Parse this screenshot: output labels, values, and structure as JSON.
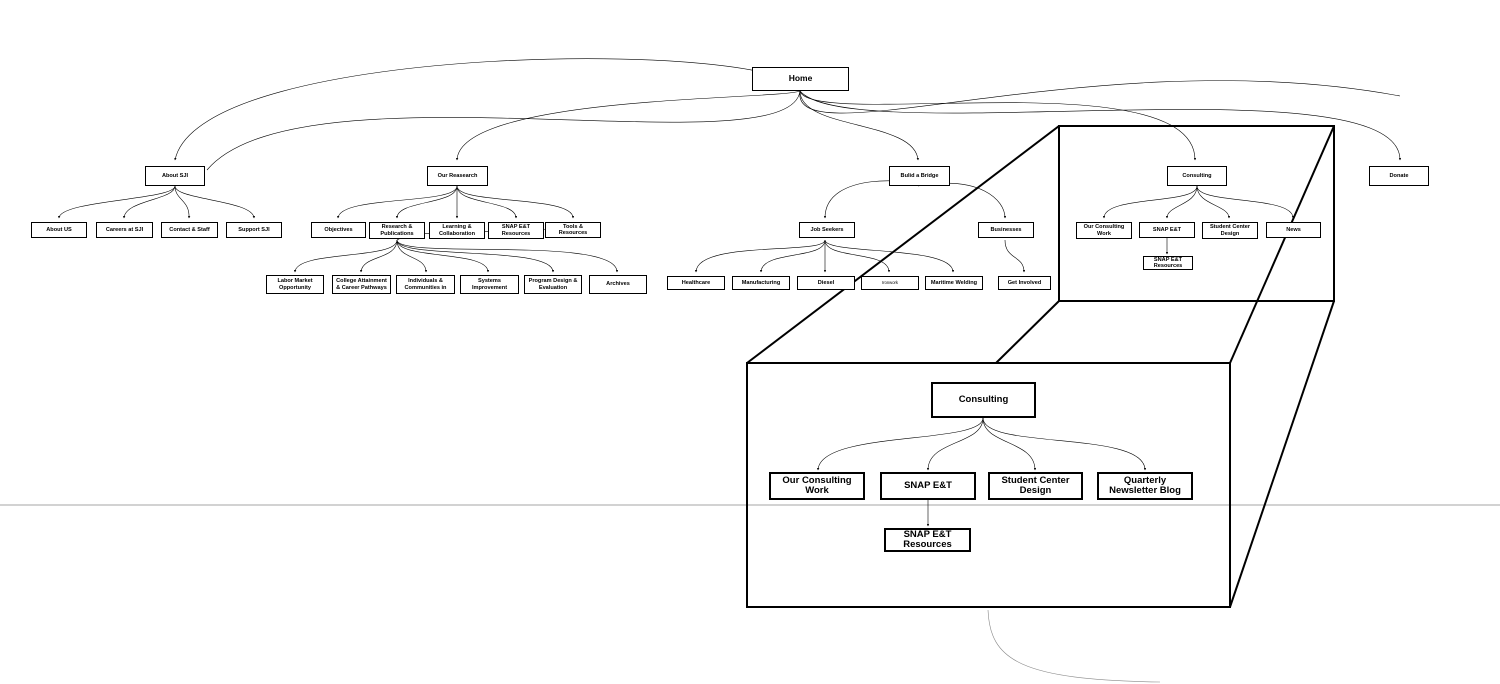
{
  "nodes": {
    "home": "Home",
    "about_sji": "About SJI",
    "about_us": "About US",
    "careers": "Careers at SJI",
    "contact": "Contact & Staff",
    "support": "Support SJI",
    "our_research": "Our Reasearch",
    "objectives": "Objectives",
    "research_pubs": "Research & Publications",
    "learning": "Learning & Collaboration",
    "snap_res_top": "SNAP E&T Resources",
    "tools": "Tools & Resources",
    "labor_market": "Labor Market Opportunity",
    "college": "College Attainment & Career Pathways",
    "individuals": "Individuals & Communities in",
    "systems": "Systems Improvement",
    "program_design": "Program Design & Evaluation",
    "archives": "Archives",
    "build_bridge": "Bulid a Bridge",
    "job_seekers": "Job Seekers",
    "businesses": "Businesses",
    "healthcare": "Healthcare",
    "manufacturing": "Manufacturing",
    "diesel": "Diesel",
    "ironwork": "Ironwork",
    "maritime": "Maritime Welding",
    "get_involved": "Get Involved",
    "consulting": "Consulting",
    "our_consulting": "Our Consulting Work",
    "snap_et": "SNAP E&T",
    "student_center": "Student Center Design",
    "news": "News",
    "snap_et_res": "SNAP E&T Resources",
    "donate": "Donate"
  },
  "zoom": {
    "consulting": "Consulting",
    "our_consulting": "Our Consulting Work",
    "snap_et": "SNAP E&T",
    "student_center": "Student Center Design",
    "newsletter": "Quarterly Newsletter Blog",
    "snap_et_res": "SNAP E&T Resources"
  }
}
